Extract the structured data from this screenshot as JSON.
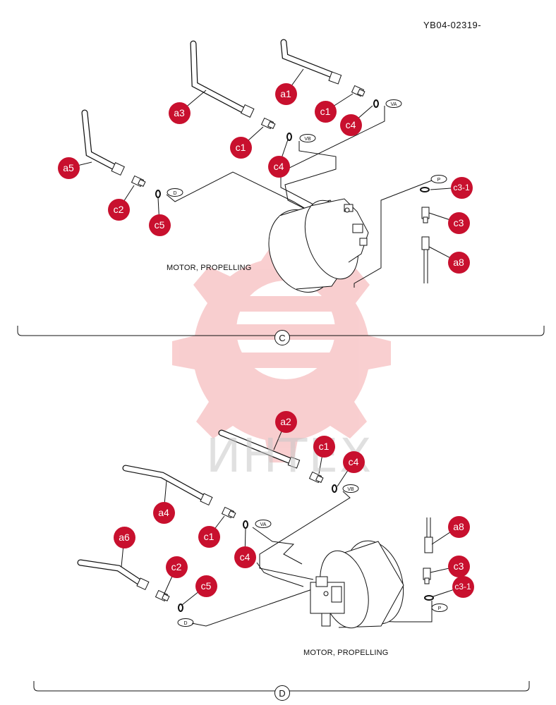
{
  "document_number": "YB04-02319-",
  "watermark": {
    "text": "ИНТЕХ"
  },
  "colors": {
    "callout": "#c8102e",
    "line": "#111111",
    "watermark": "#f0a0a0"
  },
  "sections": {
    "c": {
      "mark": "C",
      "caption": "MOTOR, PROPELLING",
      "callouts": [
        "a1",
        "a3",
        "c1",
        "c4",
        "c1",
        "c4",
        "a5",
        "c2",
        "c5",
        "c3-1",
        "c3",
        "a8"
      ],
      "ports": [
        "VA",
        "VB",
        "D",
        "P"
      ]
    },
    "d": {
      "mark": "D",
      "caption": "MOTOR, PROPELLING",
      "callouts": [
        "a2",
        "c1",
        "c4",
        "a4",
        "c1",
        "c4",
        "a6",
        "c2",
        "c5",
        "a8",
        "c3",
        "c3-1"
      ],
      "ports": [
        "VB",
        "VA",
        "D",
        "P"
      ]
    }
  }
}
